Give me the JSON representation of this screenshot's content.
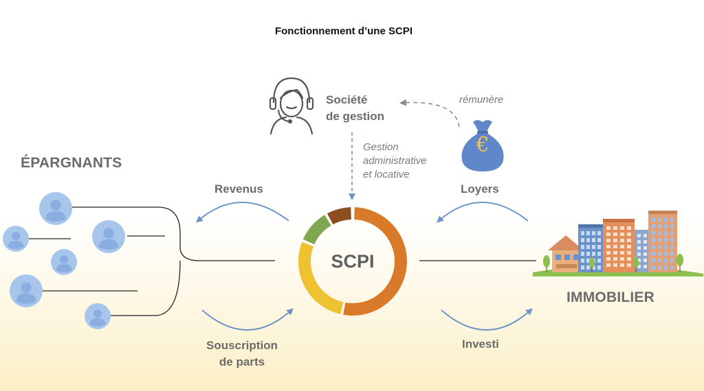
{
  "title": "Fonctionnement d’une SCPI",
  "center_label": "SCPI",
  "manager": {
    "line1": "Société",
    "line2": "de gestion"
  },
  "remunere": "rémunère",
  "gestion": {
    "line1": "Gestion",
    "line2": "administrative",
    "line3": "et locative"
  },
  "epargnants": "ÉPARGNANTS",
  "immobilier": "IMMOBILIER",
  "revenus": "Revenus",
  "loyers": "Loyers",
  "souscription": {
    "line1": "Souscription",
    "line2": "de parts"
  },
  "investi": "Investi",
  "euro_symbol": "€",
  "icons": [
    "headset-person-icon",
    "money-bag-icon",
    "buildings-icon",
    "person-icon"
  ],
  "colors": {
    "arrow_blue": "#6f95c6",
    "dash_gray": "#8a8a8a",
    "ring_orange": "#d97a2b",
    "ring_yellow": "#efc232",
    "ring_green": "#7fa650",
    "ring_brown": "#8b4f1f",
    "bag_blue": "#5f87c9",
    "euro_gold": "#f3c248",
    "person_circle": "#a8c6ec",
    "person_figure": "#8aaee0"
  }
}
